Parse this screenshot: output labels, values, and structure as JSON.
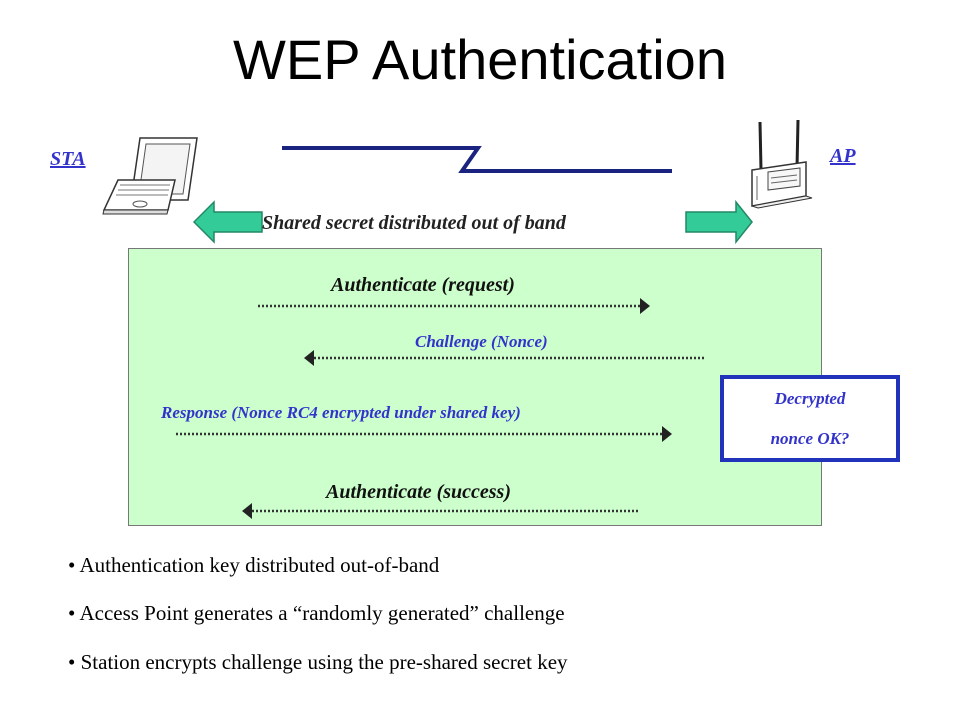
{
  "title": "WEP Authentication",
  "actors": {
    "sta": "STA",
    "ap": "AP"
  },
  "shared_secret_label": "Shared secret distributed out of band",
  "messages": [
    {
      "label": "Authenticate (request)",
      "direction": "right"
    },
    {
      "label": "Challenge (Nonce)",
      "direction": "left"
    },
    {
      "label": "Response (Nonce RC4 encrypted under shared key)",
      "direction": "right"
    },
    {
      "label": "Authenticate (success)",
      "direction": "left"
    }
  ],
  "decrypted_box": {
    "line1": "Decrypted",
    "line2": "nonce OK?"
  },
  "bullets": [
    "Authentication key distributed out-of-band",
    "Access Point generates a “randomly generated” challenge",
    "Station encrypts challenge using the pre-shared secret key"
  ],
  "icons": {
    "station": "laptop-icon",
    "access_point": "access-point-icon"
  },
  "colors": {
    "box_fill": "#ccffcc",
    "label_blue": "#3333cc",
    "arrow_green": "#33cc99",
    "link_navy": "#1a2380"
  }
}
